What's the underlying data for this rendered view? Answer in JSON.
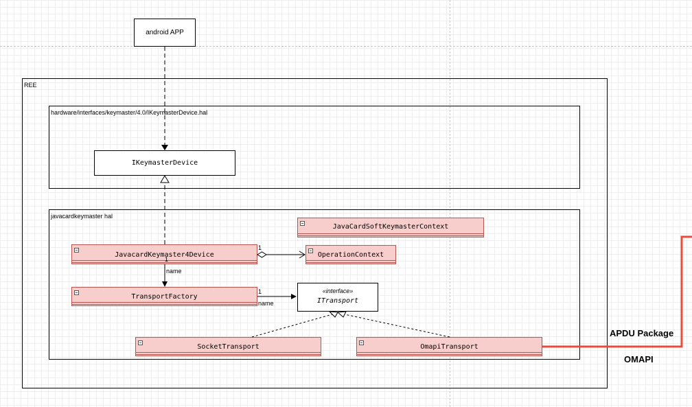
{
  "diagram": {
    "nodes": {
      "android_app": "android APP",
      "ree_label": "REE",
      "hal_frame_label": "hardware/interfaces/keymaster/4.0/IKeymasterDevice.hal",
      "ikeymaster_device": "IKeymasterDevice",
      "javacard_frame_label": "javacardkeymaster hal",
      "javacard_soft_context": "JavaCardSoftKeymasterContext",
      "javacard_keymaster4_device": "JavacardKeymaster4Device",
      "operation_context": "OperationContext",
      "transport_factory": "TransportFactory",
      "itransport_stereotype": "«interface»",
      "itransport": "ITransport",
      "socket_transport": "SocketTransport",
      "omapi_transport": "OmapiTransport"
    },
    "edge_labels": {
      "agg_multiplicity": "1",
      "name_down_multiplicity": "1",
      "name_down": "name",
      "factory_multiplicity": "1",
      "factory_name": "name"
    },
    "external_labels": {
      "apdu_package": "APDU Package",
      "omapi": "OMAPI"
    },
    "colors": {
      "class_fill": "#f8cecc",
      "class_border": "#b85450",
      "connector_red": "#e74c3c"
    }
  }
}
